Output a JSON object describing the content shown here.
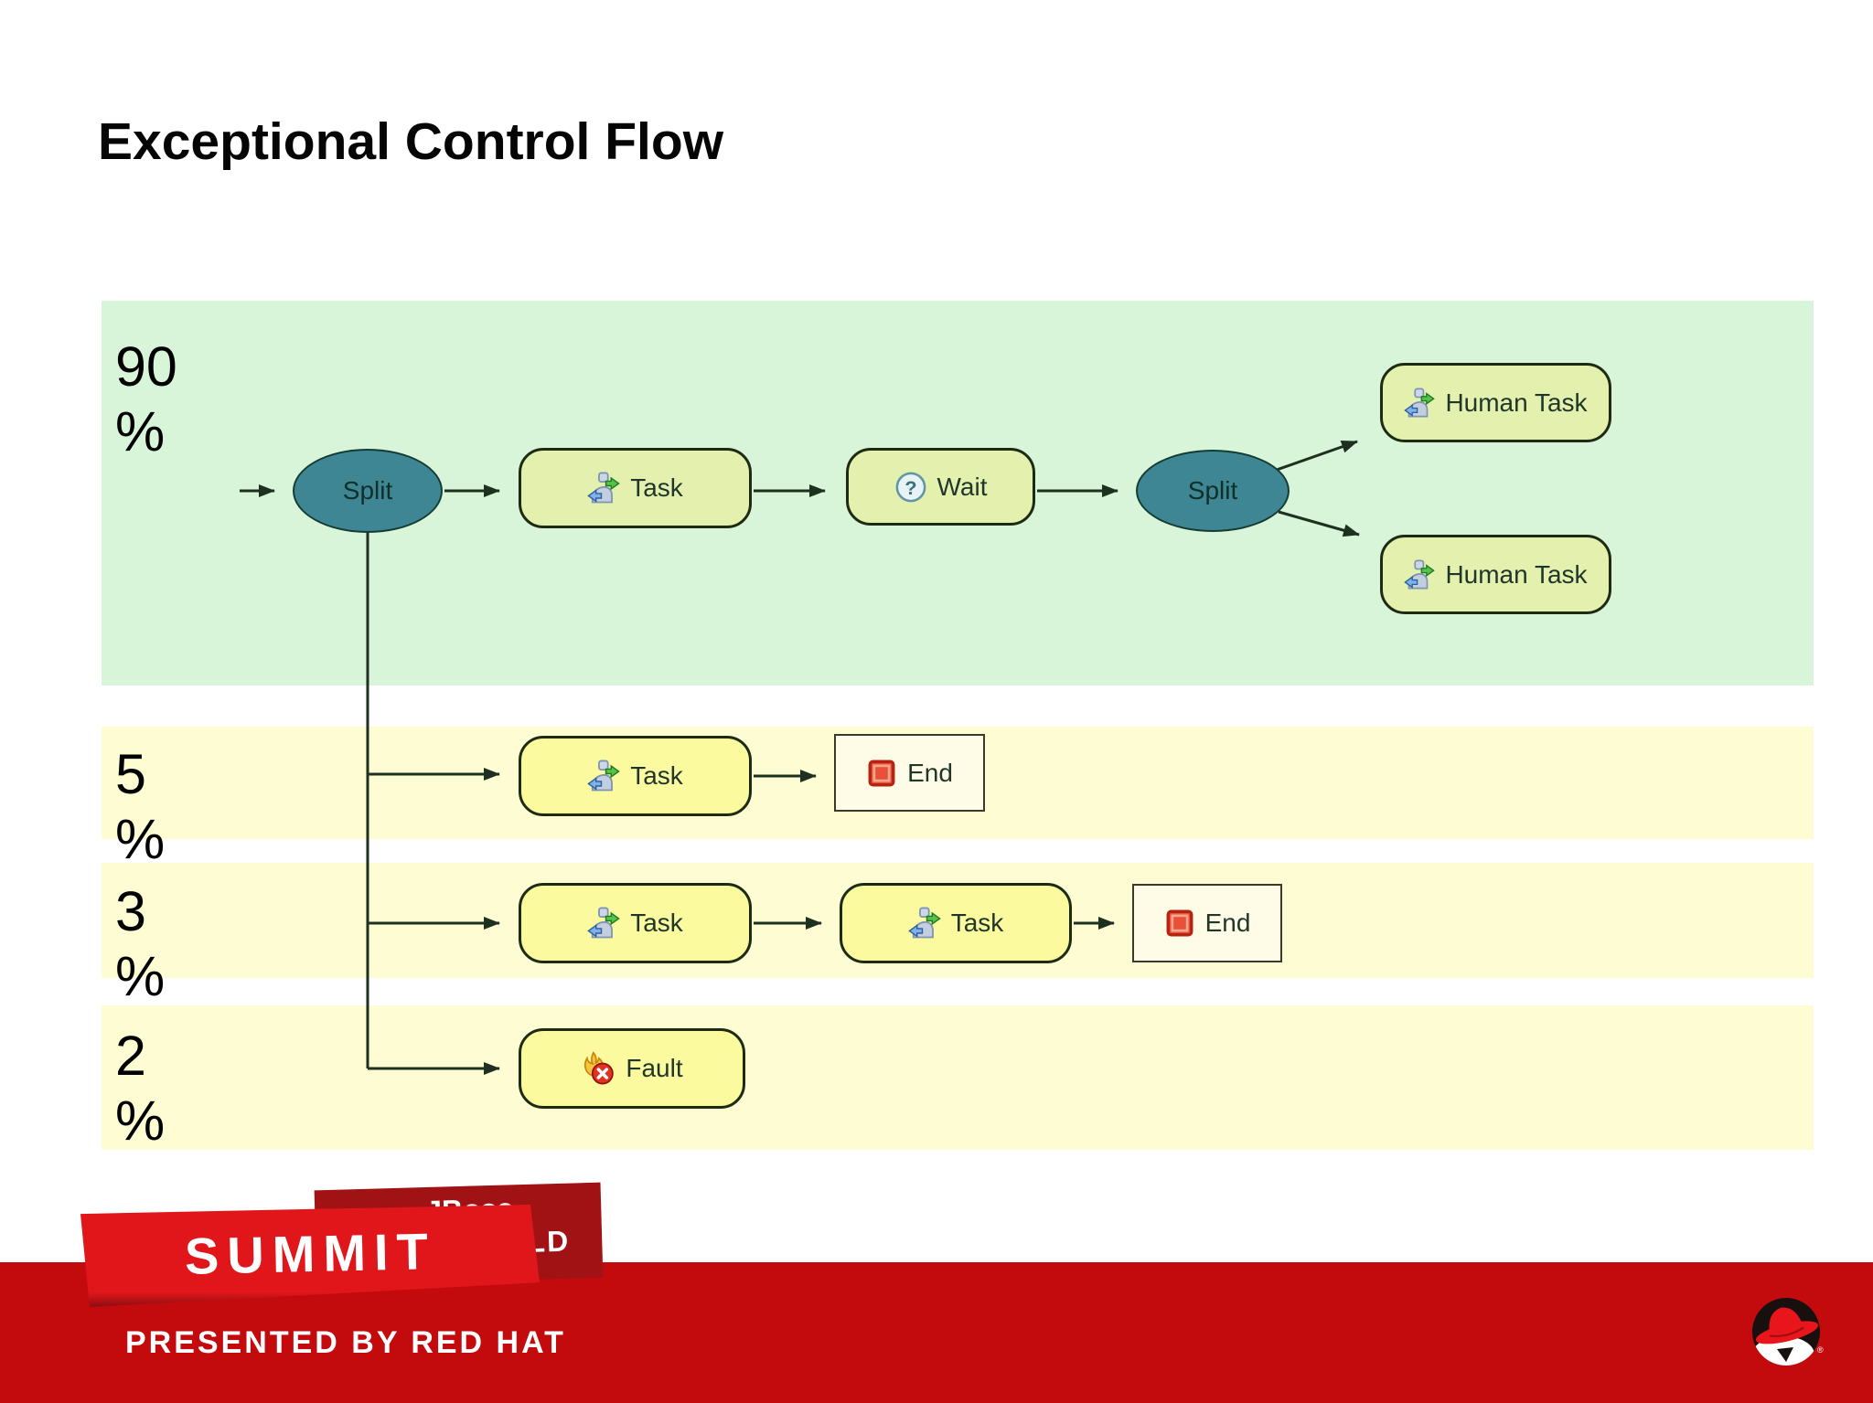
{
  "slide": {
    "title": "Exceptional Control Flow"
  },
  "diagram": {
    "branches": [
      {
        "percent": "90",
        "unit": "%"
      },
      {
        "percent": "5",
        "unit": "%"
      },
      {
        "percent": "3",
        "unit": "%"
      },
      {
        "percent": "2",
        "unit": "%"
      }
    ],
    "nodes": {
      "split_1": {
        "label": "Split",
        "type": "gateway"
      },
      "task_90": {
        "label": "Task",
        "type": "task"
      },
      "wait_90": {
        "label": "Wait",
        "type": "wait",
        "glyph": "?"
      },
      "split_2": {
        "label": "Split",
        "type": "gateway"
      },
      "human_task_1": {
        "label": "Human Task",
        "type": "task"
      },
      "human_task_2": {
        "label": "Human Task",
        "type": "task"
      },
      "task_5": {
        "label": "Task",
        "type": "task"
      },
      "end_5": {
        "label": "End",
        "type": "end"
      },
      "task_3a": {
        "label": "Task",
        "type": "task"
      },
      "task_3b": {
        "label": "Task",
        "type": "task"
      },
      "end_3": {
        "label": "End",
        "type": "end"
      },
      "fault_2": {
        "label": "Fault",
        "type": "fault"
      }
    }
  },
  "footer": {
    "summit_label": "SUMMIT",
    "jboss_line1": "JBoss",
    "jboss_line2": "WORLD",
    "presented_by": "PRESENTED BY RED HAT",
    "registered_mark": "®"
  },
  "colors": {
    "band_green": "#d9f5d9",
    "band_yellow": "#fdfcd3",
    "node_green_fill": "#e4f1ae",
    "node_yellow_fill": "#fbfa9e",
    "end_fill": "#fefce6",
    "gateway_fill": "#3f8694",
    "line": "#1e3020",
    "footer_band_red": "#c30b0e",
    "summit_red": "#e0161b",
    "jboss_red": "#a11215",
    "hat_red": "#e8151a"
  }
}
